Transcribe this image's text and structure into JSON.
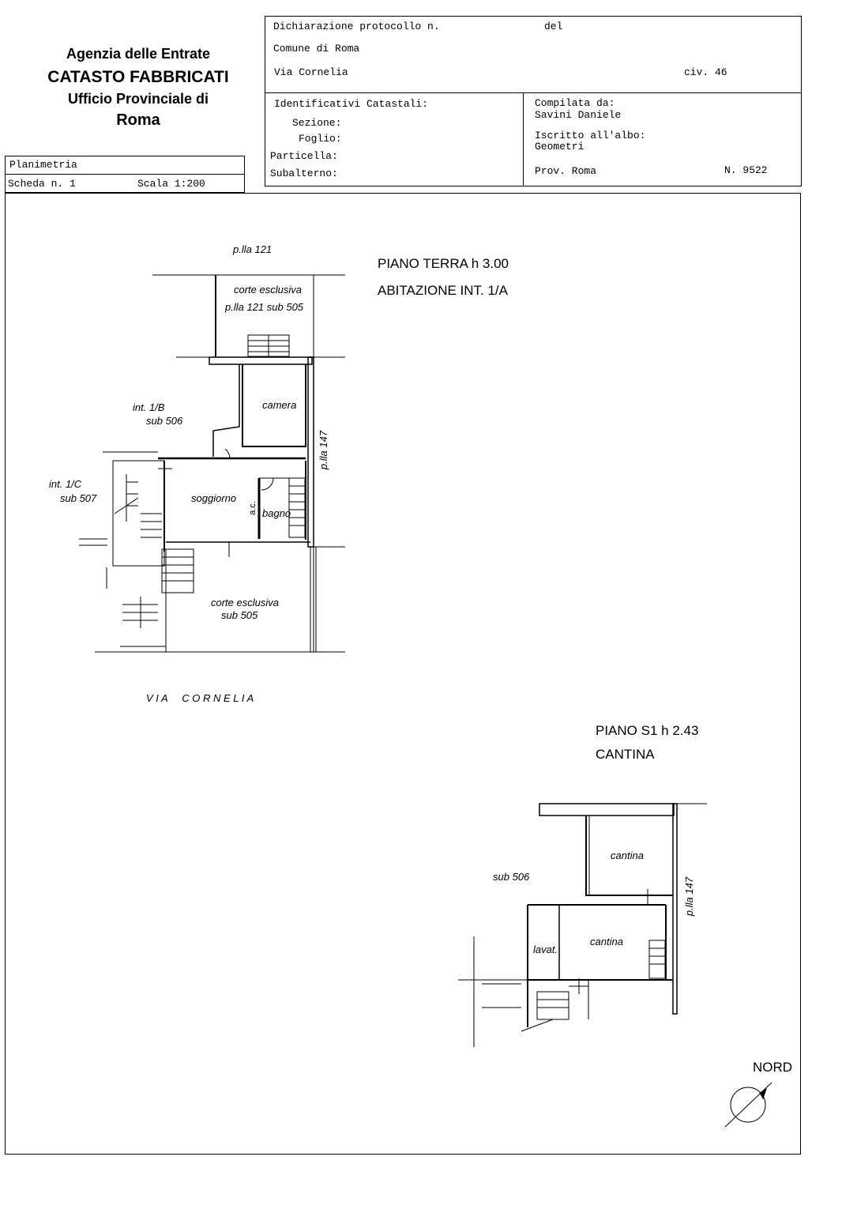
{
  "header_left": {
    "agency": "Agenzia delle Entrate",
    "registry": "CATASTO FABBRICATI",
    "office": "Ufficio Provinciale di",
    "city": "Roma"
  },
  "sheet": {
    "type": "Planimetria",
    "scheda": "Scheda n. 1",
    "scala": "Scala 1:200"
  },
  "declaration": {
    "protocol": "Dichiarazione protocollo n.",
    "del": "del",
    "comune": "Comune di Roma",
    "street": "Via Cornelia",
    "civic": "civ. 46"
  },
  "identifiers": {
    "title": "Identificativi Catastali:",
    "sezione": "Sezione:",
    "foglio": "Foglio:",
    "particella": "Particella:",
    "subalterno": "Subalterno:"
  },
  "compiler": {
    "label": "Compilata da:",
    "name": "Savini Daniele",
    "albo_label": "Iscritto all'albo:",
    "albo": "Geometri",
    "prov": "Prov. Roma",
    "number": "N. 9522"
  },
  "ground_floor": {
    "title": "PIANO TERRA h 3.00",
    "subtitle": "ABITAZIONE INT. 1/A",
    "labels": {
      "plla121": "p.lla 121",
      "corte_top_1": "corte esclusiva",
      "corte_top_2": "p.lla 121 sub 505",
      "int1b": "int. 1/B",
      "sub506": "sub 506",
      "camera": "camera",
      "plla147": "p.lla 147",
      "int1c": "int. 1/C",
      "sub507": "sub 507",
      "soggiorno": "soggiorno",
      "ac": "a.c.",
      "bagno": "bagno",
      "corte_bottom_1": "corte esclusiva",
      "corte_bottom_2": "sub 505",
      "street": "V I A     C O R N E L I A"
    }
  },
  "basement": {
    "title": "PIANO S1 h 2.43",
    "subtitle": "CANTINA",
    "labels": {
      "cantina1": "cantina",
      "sub506": "sub 506",
      "plla147": "p.lla 147",
      "lavat": "lavat.",
      "cantina2": "cantina"
    }
  },
  "north": "NORD"
}
